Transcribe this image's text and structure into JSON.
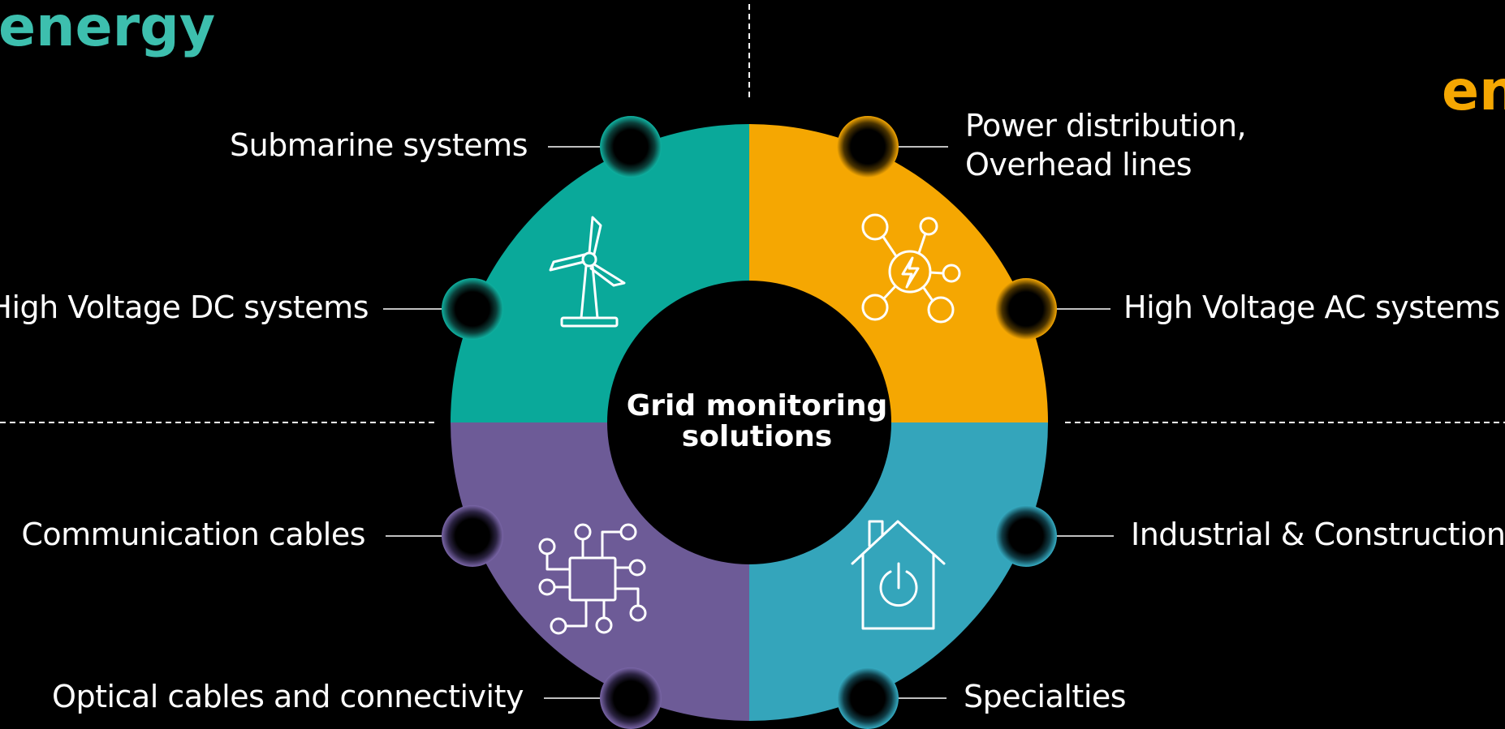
{
  "headings": {
    "left": "energy",
    "right": "en"
  },
  "center": {
    "line1": "Grid monitoring",
    "line2": "solutions"
  },
  "labels": {
    "submarine": "Submarine systems",
    "hvdc": "High Voltage DC systems",
    "communication": "Communication cables",
    "optical": "Optical cables and connectivity",
    "power_line1": "Power distribution,",
    "power_line2": "Overhead lines",
    "hvac": "High Voltage AC systems",
    "industrial": "Industrial & Construction",
    "specialties": "Specialties"
  },
  "colors": {
    "background": "#000000",
    "teal": "#0aa99a",
    "orange": "#f5a702",
    "purple": "#6d5b97",
    "blue": "#34a5bb",
    "heading_left": "#3dbfae",
    "heading_right": "#f5a702",
    "text": "#ffffff"
  },
  "icons": {
    "top_left": "wind-turbine-icon",
    "top_right": "power-network-icon",
    "bottom_left": "circuit-chip-icon",
    "bottom_right": "smart-home-power-icon"
  }
}
